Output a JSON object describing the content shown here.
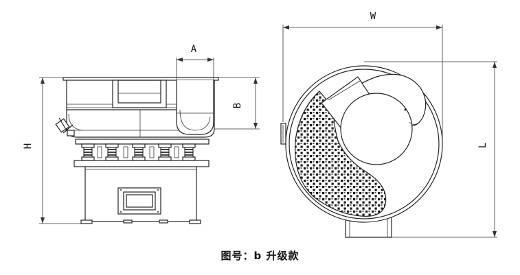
{
  "dimensions": {
    "width": "W",
    "length": "L",
    "height": "H",
    "a": "A",
    "b": "B"
  },
  "caption": "图号：b 升级款"
}
